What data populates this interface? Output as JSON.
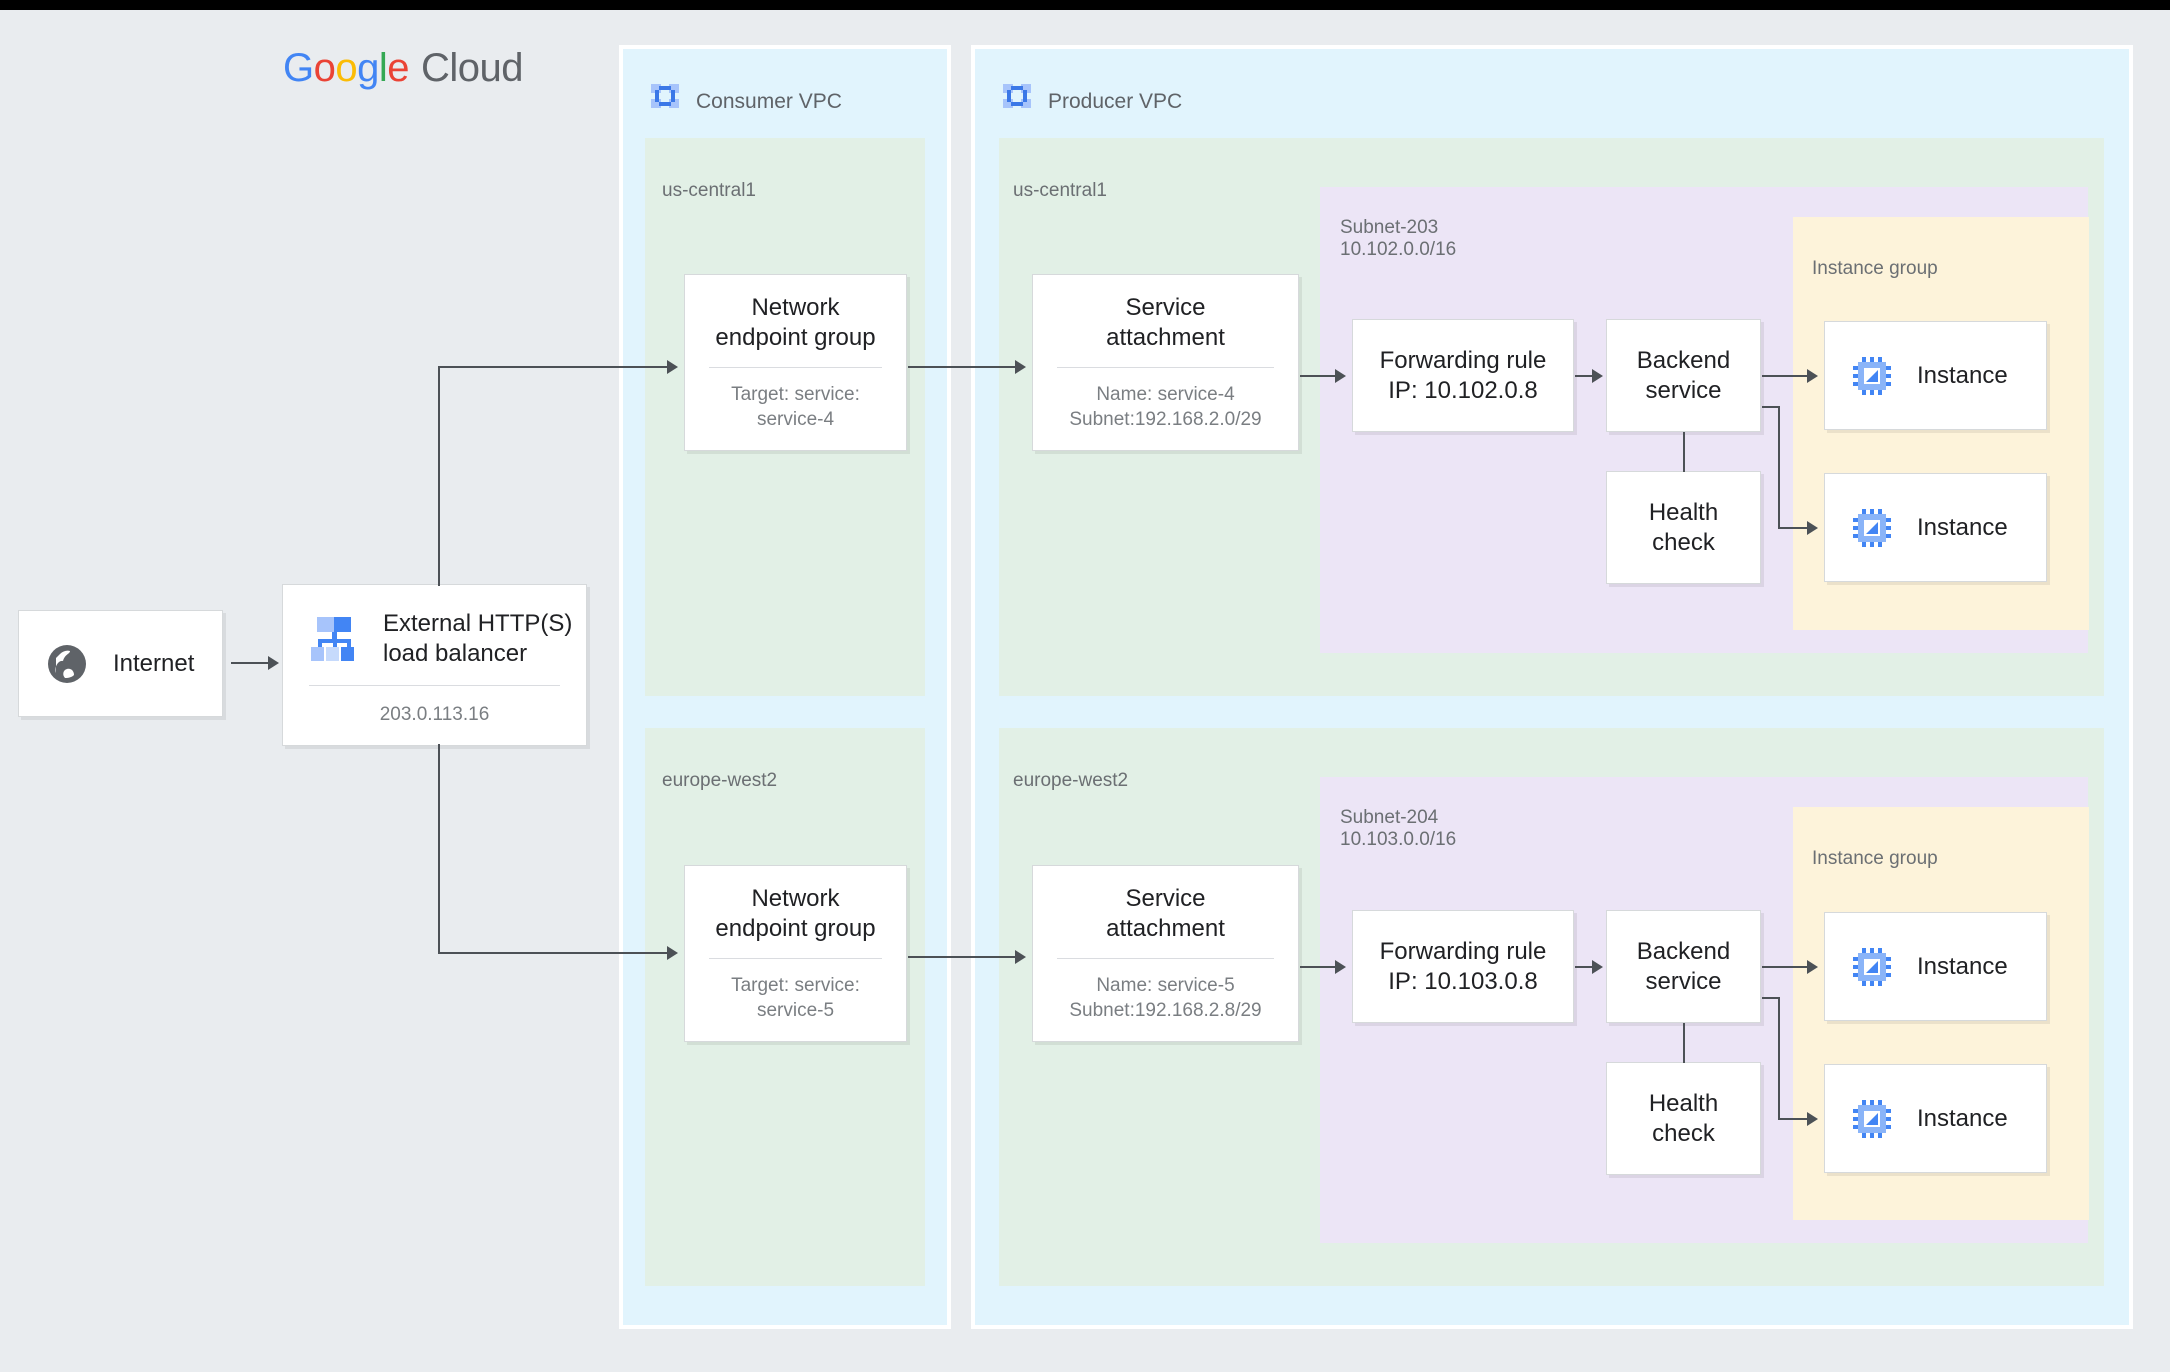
{
  "brand": {
    "google": [
      "G",
      "o",
      "o",
      "g",
      "l",
      "e"
    ],
    "cloud": "Cloud"
  },
  "internet": {
    "label": "Internet",
    "icon": "globe-icon"
  },
  "load_balancer": {
    "title_line1": "External HTTP(S)",
    "title_line2": "load balancer",
    "ip": "203.0.113.16",
    "icon": "load-balancer-icon"
  },
  "consumer_vpc": {
    "title": "Consumer VPC",
    "icon": "vpc-icon",
    "regions": [
      {
        "name": "us-central1",
        "neg": {
          "title_line1": "Network",
          "title_line2": "endpoint group",
          "sub_line1": "Target: service:",
          "sub_line2": "service-4"
        }
      },
      {
        "name": "europe-west2",
        "neg": {
          "title_line1": "Network",
          "title_line2": "endpoint group",
          "sub_line1": "Target: service:",
          "sub_line2": "service-5"
        }
      }
    ]
  },
  "producer_vpc": {
    "title": "Producer VPC",
    "icon": "vpc-icon",
    "regions": [
      {
        "name": "us-central1",
        "service_attachment": {
          "title_line1": "Service",
          "title_line2": "attachment",
          "sub_line1": "Name: service-4",
          "sub_line2": "Subnet:192.168.2.0/29"
        },
        "subnet": {
          "name": "Subnet-203",
          "cidr": "10.102.0.0/16"
        },
        "forwarding_rule": {
          "line1": "Forwarding rule",
          "line2": "IP: 10.102.0.8"
        },
        "backend_service": {
          "line1": "Backend",
          "line2": "service"
        },
        "health_check": {
          "line1": "Health",
          "line2": "check"
        },
        "instance_group": {
          "label": "Instance group",
          "instances": [
            {
              "label": "Instance",
              "icon": "instance-chip-icon"
            },
            {
              "label": "Instance",
              "icon": "instance-chip-icon"
            }
          ]
        }
      },
      {
        "name": "europe-west2",
        "service_attachment": {
          "title_line1": "Service",
          "title_line2": "attachment",
          "sub_line1": "Name: service-5",
          "sub_line2": "Subnet:192.168.2.8/29"
        },
        "subnet": {
          "name": "Subnet-204",
          "cidr": "10.103.0.0/16"
        },
        "forwarding_rule": {
          "line1": "Forwarding rule",
          "line2": "IP: 10.103.0.8"
        },
        "backend_service": {
          "line1": "Backend",
          "line2": "service"
        },
        "health_check": {
          "line1": "Health",
          "line2": "check"
        },
        "instance_group": {
          "label": "Instance group",
          "instances": [
            {
              "label": "Instance",
              "icon": "instance-chip-icon"
            },
            {
              "label": "Instance",
              "icon": "instance-chip-icon"
            }
          ]
        }
      }
    ]
  },
  "colors": {
    "page_background": "#e9ecef",
    "vpc_fill": "#e1f4fd",
    "region_fill": "#e2f0e6",
    "subnet_fill": "#ece5f6",
    "instance_group_fill": "#fdf3da",
    "card_fill": "#ffffff",
    "connector": "#4c5156",
    "google_blue": "#4285F4",
    "google_red": "#EA4335",
    "google_yellow": "#FBBC05",
    "google_green": "#34A853",
    "label_text": "#6b6f73"
  }
}
